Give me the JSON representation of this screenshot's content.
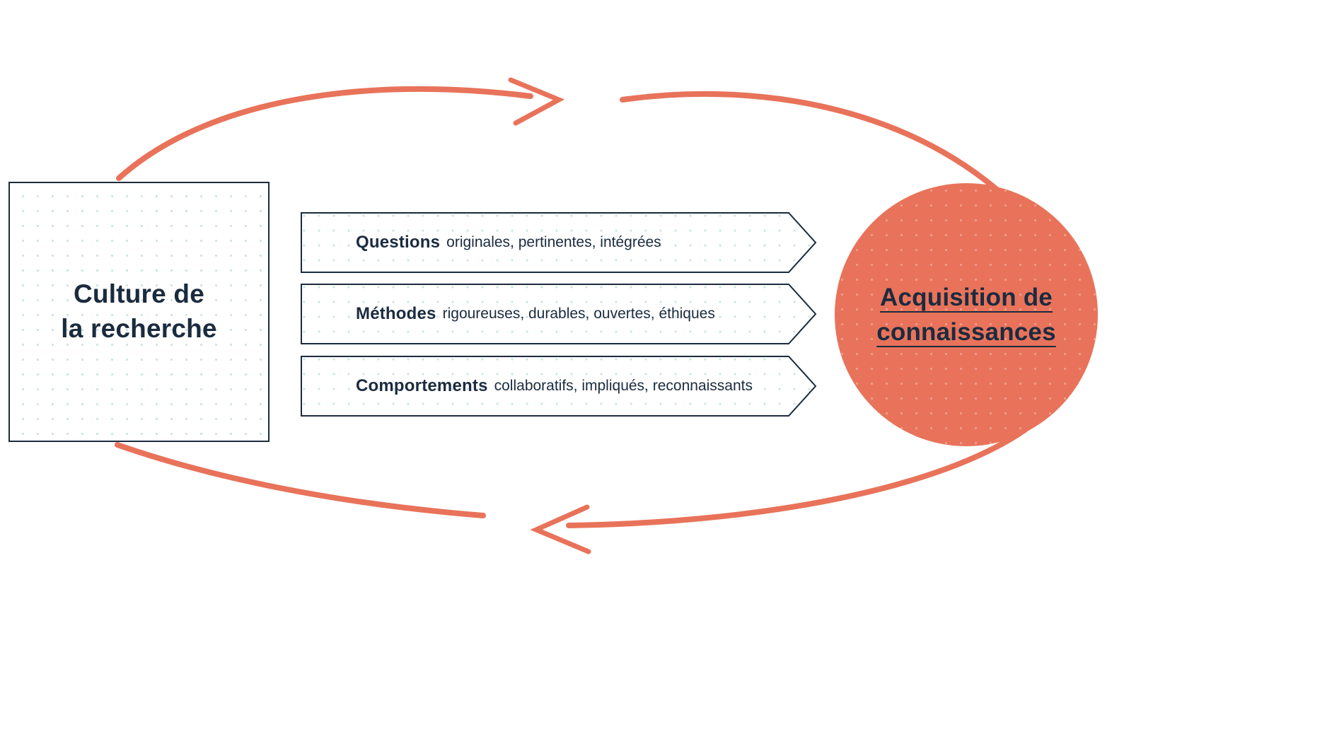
{
  "diagram": {
    "left_box": {
      "title_line1": "Culture de",
      "title_line2": "la recherche"
    },
    "process_boxes": [
      {
        "label": "Questions",
        "description": "originales, pertinentes, intégrées"
      },
      {
        "label": "Méthodes",
        "description": "rigoureuses, durables, ouvertes, éthiques"
      },
      {
        "label": "Comportements",
        "description": "collaboratifs, impliqués, reconnaissants"
      }
    ],
    "right_circle": {
      "title_line1": "Acquisition de",
      "title_line2": "connaissances"
    },
    "colors": {
      "accent_orange": "#E8735A",
      "navy": "#1B2B3F",
      "dot_teal": "#CFE5E1"
    }
  }
}
